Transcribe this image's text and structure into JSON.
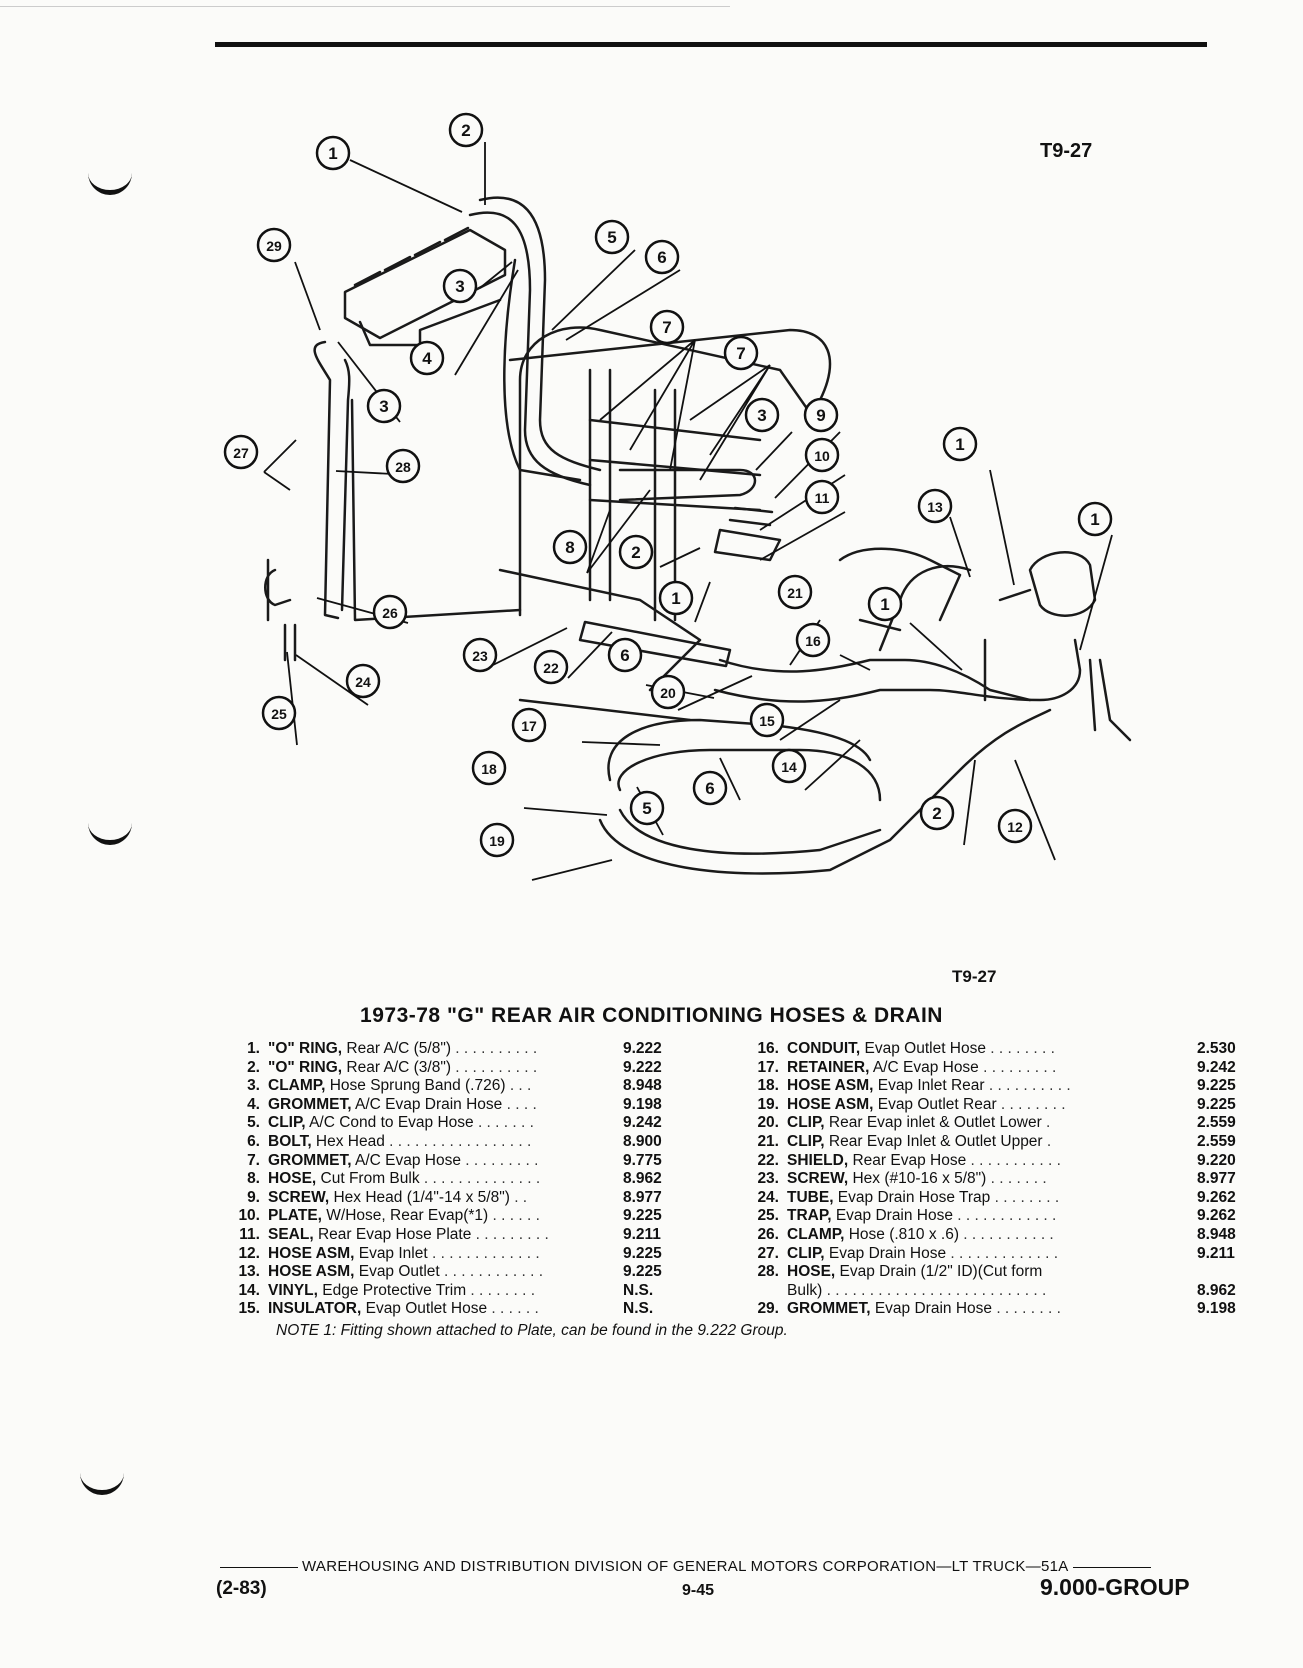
{
  "figure": {
    "id_top": "T9-27",
    "id_bottom": "T9-27",
    "callouts": [
      "1",
      "2",
      "29",
      "3",
      "5",
      "6",
      "7",
      "7",
      "3",
      "9",
      "10",
      "11",
      "1",
      "13",
      "1",
      "4",
      "3",
      "27",
      "28",
      "8",
      "2",
      "1",
      "21",
      "16",
      "1",
      "26",
      "23",
      "22",
      "6",
      "20",
      "24",
      "17",
      "15",
      "25",
      "14",
      "18",
      "6",
      "5",
      "2",
      "12",
      "19"
    ]
  },
  "title": "1973-78 \"G\" REAR AIR CONDITIONING HOSES & DRAIN",
  "parts_left": [
    {
      "num": "1.",
      "name": "\"O\" RING,",
      "desc": "Rear A/C (5/8\")",
      "dots": " . . . . . . . . . .",
      "ref": "9.222"
    },
    {
      "num": "2.",
      "name": "\"O\" RING,",
      "desc": "Rear A/C (3/8\")",
      "dots": " . . . . . . . . . .",
      "ref": "9.222"
    },
    {
      "num": "3.",
      "name": "CLAMP,",
      "desc": "Hose Sprung Band (.726)",
      "dots": " . . .",
      "ref": "8.948"
    },
    {
      "num": "4.",
      "name": "GROMMET,",
      "desc": "A/C Evap Drain Hose",
      "dots": " . . . .",
      "ref": "9.198"
    },
    {
      "num": "5.",
      "name": "CLIP,",
      "desc": "A/C Cond to Evap Hose",
      "dots": " . . . . . . .",
      "ref": "9.242"
    },
    {
      "num": "6.",
      "name": "BOLT,",
      "desc": "Hex Head",
      "dots": " . . . . . . . . . . . . . . . . .",
      "ref": "8.900"
    },
    {
      "num": "7.",
      "name": "GROMMET,",
      "desc": "A/C Evap Hose",
      "dots": " . . . . . . . . .",
      "ref": "9.775"
    },
    {
      "num": "8.",
      "name": "HOSE,",
      "desc": "Cut From Bulk",
      "dots": " . . . . . . . . . . . . . .",
      "ref": "8.962"
    },
    {
      "num": "9.",
      "name": "SCREW,",
      "desc": "Hex Head (1/4\"-14 x 5/8\")",
      "dots": " . .",
      "ref": "8.977"
    },
    {
      "num": "10.",
      "name": "PLATE,",
      "desc": "W/Hose, Rear Evap(*1)",
      "dots": " . . . . . .",
      "ref": "9.225"
    },
    {
      "num": "11.",
      "name": "SEAL,",
      "desc": "Rear Evap Hose Plate",
      "dots": " . . . . . . . . .",
      "ref": "9.211"
    },
    {
      "num": "12.",
      "name": "HOSE ASM,",
      "desc": "Evap Inlet",
      "dots": " . . . . . . . . . . . . .",
      "ref": "9.225"
    },
    {
      "num": "13.",
      "name": "HOSE ASM,",
      "desc": "Evap Outlet",
      "dots": " . . . . . . . . . . . .",
      "ref": "9.225"
    },
    {
      "num": "14.",
      "name": "VINYL,",
      "desc": "Edge Protective Trim",
      "dots": " . . . . . . . .",
      "ref": "N.S."
    },
    {
      "num": "15.",
      "name": "INSULATOR,",
      "desc": "Evap Outlet Hose",
      "dots": " . . . . . .",
      "ref": "N.S."
    }
  ],
  "parts_right": [
    {
      "num": "16.",
      "name": "CONDUIT,",
      "desc": "Evap Outlet Hose",
      "dots": " . . . . . . . .",
      "ref": "2.530"
    },
    {
      "num": "17.",
      "name": "RETAINER,",
      "desc": "A/C Evap Hose",
      "dots": " . . . . . . . . .",
      "ref": "9.242"
    },
    {
      "num": "18.",
      "name": "HOSE ASM,",
      "desc": "Evap Inlet Rear",
      "dots": " . . . . . . . . . .",
      "ref": "9.225"
    },
    {
      "num": "19.",
      "name": "HOSE ASM,",
      "desc": "Evap Outlet Rear",
      "dots": " . . . . . . . .",
      "ref": "9.225"
    },
    {
      "num": "20.",
      "name": "CLIP,",
      "desc": "Rear Evap inlet & Outlet Lower",
      "dots": " .",
      "ref": "2.559"
    },
    {
      "num": "21.",
      "name": "CLIP,",
      "desc": "Rear Evap Inlet & Outlet Upper",
      "dots": " .",
      "ref": "2.559"
    },
    {
      "num": "22.",
      "name": "SHIELD,",
      "desc": "Rear Evap Hose",
      "dots": " . . . . . . . . . . .",
      "ref": "9.220"
    },
    {
      "num": "23.",
      "name": "SCREW,",
      "desc": "Hex (#10-16 x 5/8\")",
      "dots": " . . . . . . .",
      "ref": "8.977"
    },
    {
      "num": "24.",
      "name": "TUBE,",
      "desc": "Evap Drain Hose Trap",
      "dots": " . . . . . . . .",
      "ref": "9.262"
    },
    {
      "num": "25.",
      "name": "TRAP,",
      "desc": "Evap Drain Hose",
      "dots": " . . . . . . . . . . . .",
      "ref": "9.262"
    },
    {
      "num": "26.",
      "name": "CLAMP,",
      "desc": "Hose (.810 x .6)",
      "dots": " . . . . . . . . . . .",
      "ref": "8.948"
    },
    {
      "num": "27.",
      "name": "CLIP,",
      "desc": "Evap Drain Hose",
      "dots": " . . . . . . . . . . . . .",
      "ref": "9.211"
    },
    {
      "num": "28.",
      "name": "HOSE,",
      "desc": "Evap Drain (1/2\" ID)(Cut form",
      "dots": "",
      "ref": ""
    },
    {
      "num": "",
      "name": "",
      "desc": "Bulk)",
      "dots": " . . . . . . . . . . . . . . . . . . . . . . . . . .",
      "ref": "8.962"
    },
    {
      "num": "29.",
      "name": "GROMMET,",
      "desc": "Evap Drain Hose",
      "dots": " . . . . . . . .",
      "ref": "9.198"
    }
  ],
  "note": "NOTE 1: Fitting shown attached to Plate, can be found in the 9.222 Group.",
  "footer": {
    "line1": "WAREHOUSING AND DISTRIBUTION DIVISION OF GENERAL MOTORS CORPORATION—LT TRUCK—51A",
    "date": "(2-83)",
    "page": "9-45",
    "group": "9.000-GROUP"
  }
}
